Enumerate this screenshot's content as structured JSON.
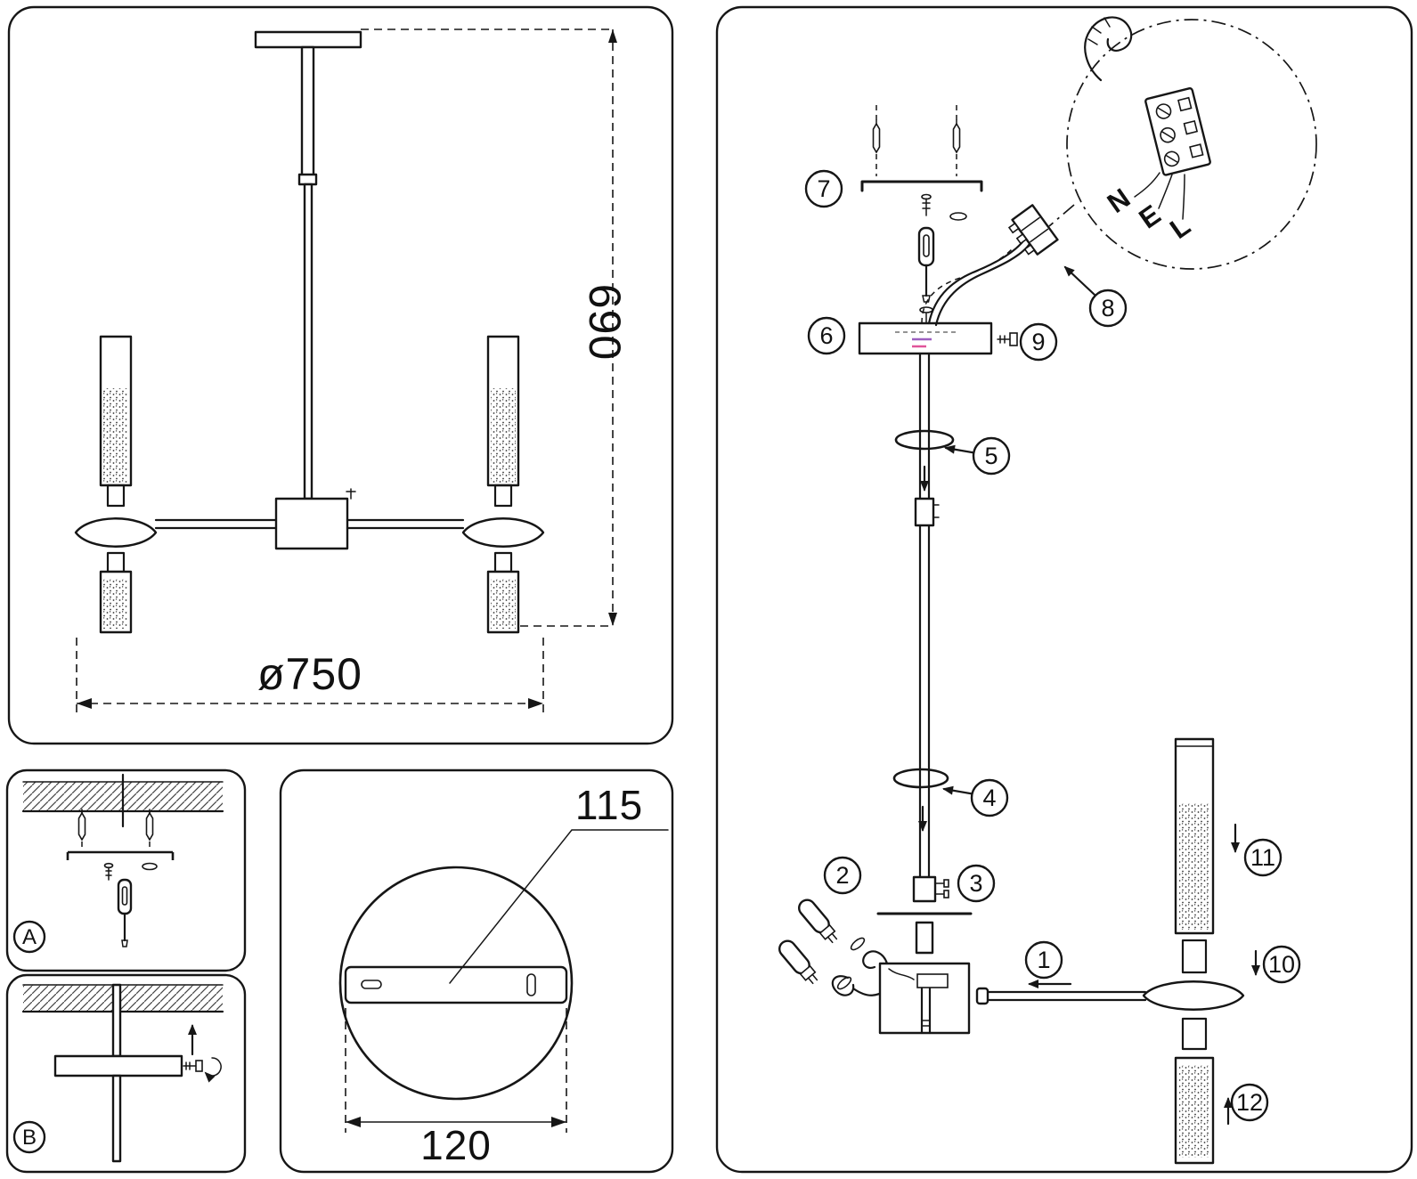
{
  "overview": {
    "height_dim": "690",
    "diameter_dim": "ø750"
  },
  "canopy_detail": {
    "plate_width_dim": "115",
    "plate_length_dim": "120"
  },
  "panel_a": {
    "label": "A"
  },
  "panel_b": {
    "label": "B"
  },
  "assembly": {
    "steps": [
      "1",
      "2",
      "3",
      "4",
      "5",
      "6",
      "7",
      "8",
      "9",
      "10",
      "11",
      "12"
    ],
    "wire_labels": [
      "N",
      "E",
      "L"
    ]
  }
}
